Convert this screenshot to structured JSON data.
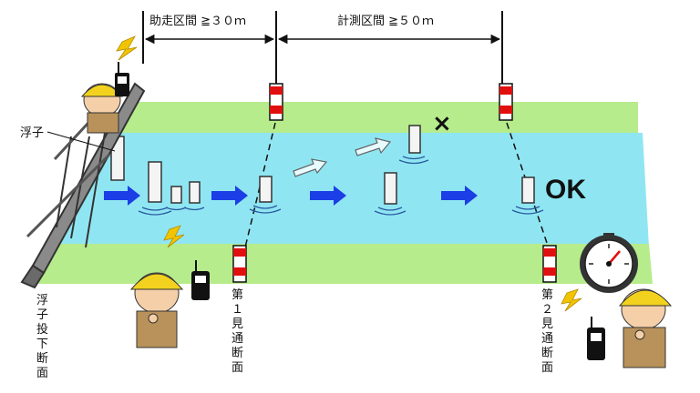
{
  "dimensions": {
    "run_up": "助走区間 ≧３０ｍ",
    "measure": "計測区間 ≧５０ｍ"
  },
  "labels": {
    "float": "浮子",
    "ok": "OK",
    "fail_mark": "×"
  },
  "sections": {
    "drop": "浮子投下断面",
    "first": "第１見通断面",
    "second": "第２見通断面"
  },
  "colors": {
    "water": "#8fe6f2",
    "bank": "#b6ec8c",
    "arrow": "#1c3ee6",
    "pole_red": "#e01010",
    "helmet": "#f2d21e",
    "lightning": "#f2c400"
  },
  "icons": [
    "lightning-icon",
    "radio-icon",
    "stopwatch-icon",
    "worker-icon"
  ]
}
